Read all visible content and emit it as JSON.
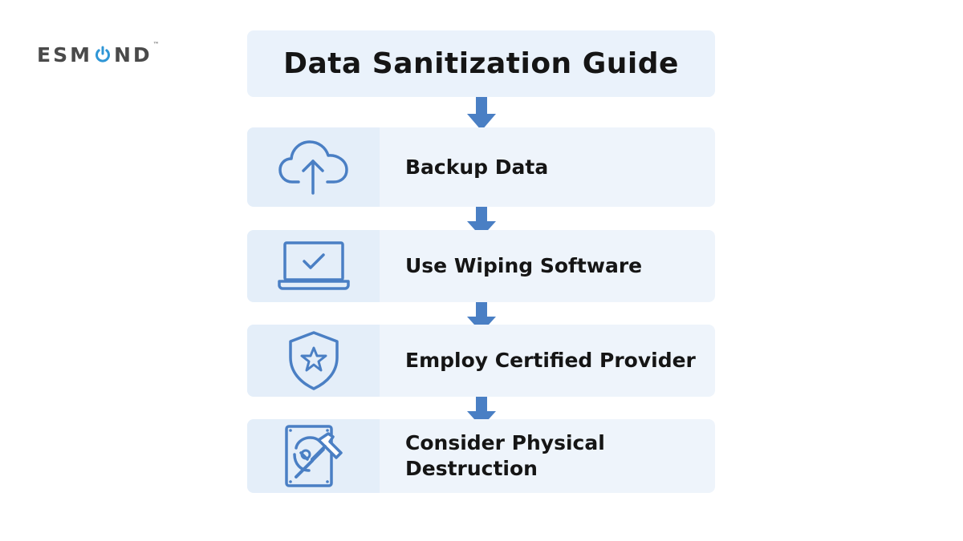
{
  "brand": {
    "logo_left": "ESM",
    "logo_right": "ND",
    "trademark": "™",
    "color": "#4a4a4a",
    "power_icon_color": "#2f96d6"
  },
  "title": "Data Sanitization Guide",
  "accent_color": "#4a7fc4",
  "steps": [
    {
      "label": "Backup Data",
      "icon": "cloud-upload-icon"
    },
    {
      "label": "Use Wiping Software",
      "icon": "laptop-check-icon"
    },
    {
      "label": "Employ Certified Provider",
      "icon": "shield-star-icon"
    },
    {
      "label": "Consider Physical Destruction",
      "icon": "hard-drive-hammer-icon"
    }
  ]
}
